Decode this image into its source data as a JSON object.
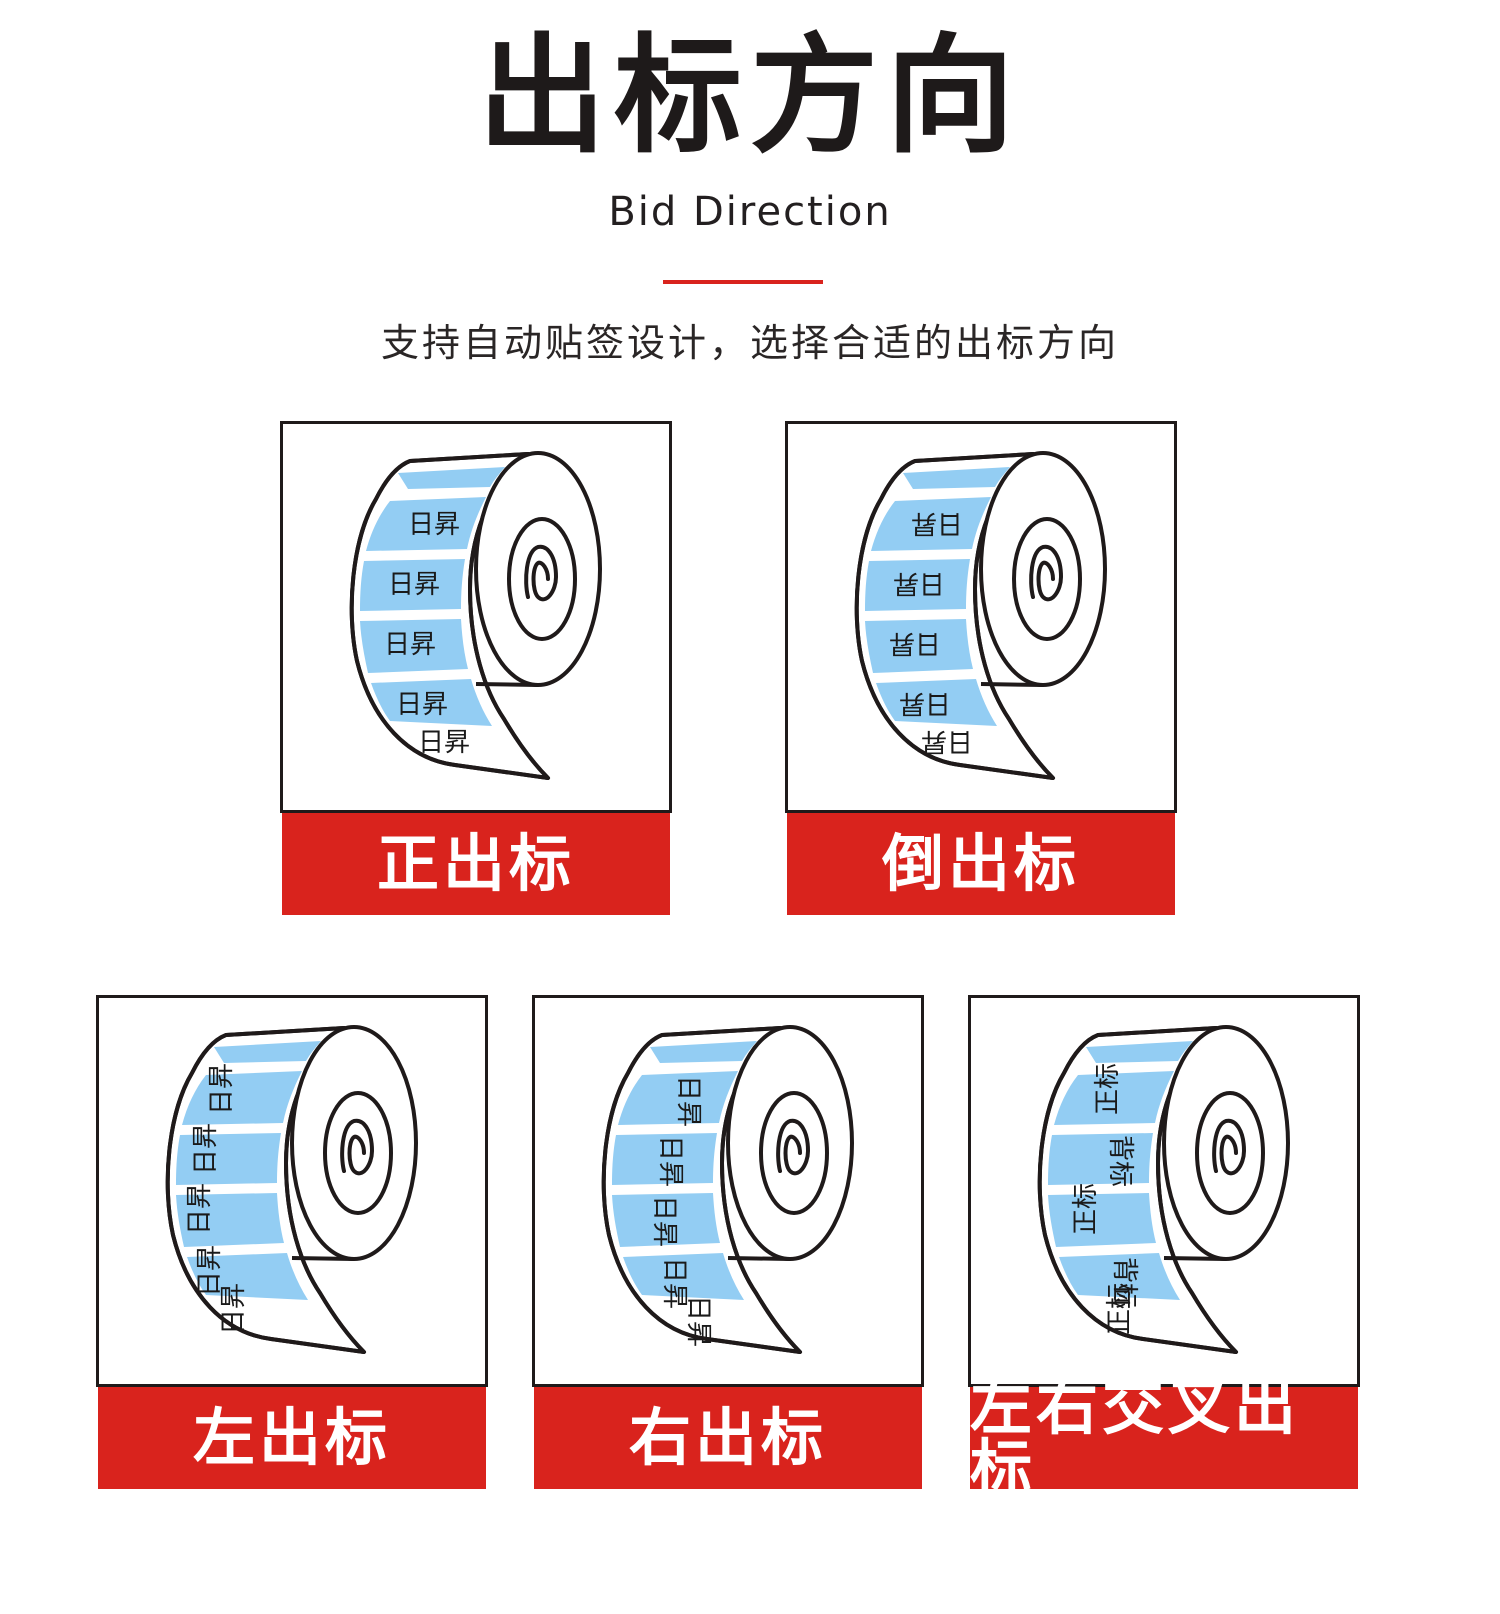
{
  "header": {
    "title": "出标方向",
    "subtitle_en": "Bid Direction",
    "tagline": "支持自动贴签设计，选择合适的出标方向"
  },
  "colors": {
    "accent_red": "#d9231d",
    "label_blue": "#93cdf3",
    "outline": "#1f1a1a",
    "text_dark": "#231f20"
  },
  "cards": [
    {
      "name": "正出标",
      "label_orientation": "upright",
      "roll_labels": [
        "日昇",
        "日昇",
        "日昇",
        "日昇",
        "日昇"
      ]
    },
    {
      "name": "倒出标",
      "label_orientation": "upside-down (180°)",
      "roll_labels": [
        "日昇",
        "日昇",
        "日昇",
        "日昇",
        "日昇"
      ]
    },
    {
      "name": "左出标",
      "label_orientation": "rotated 90° counter-clockwise",
      "roll_labels": [
        "日昇",
        "日昇",
        "日昇",
        "日昇",
        "日昇"
      ]
    },
    {
      "name": "右出标",
      "label_orientation": "rotated 90° clockwise",
      "roll_labels": [
        "日昇",
        "日昇",
        "日昇",
        "日昇",
        "日昇"
      ]
    },
    {
      "name": "左右交叉出标",
      "label_orientation": "alternating left / right",
      "roll_labels": [
        "正标",
        "背标",
        "正标",
        "背标",
        "正标"
      ]
    }
  ]
}
